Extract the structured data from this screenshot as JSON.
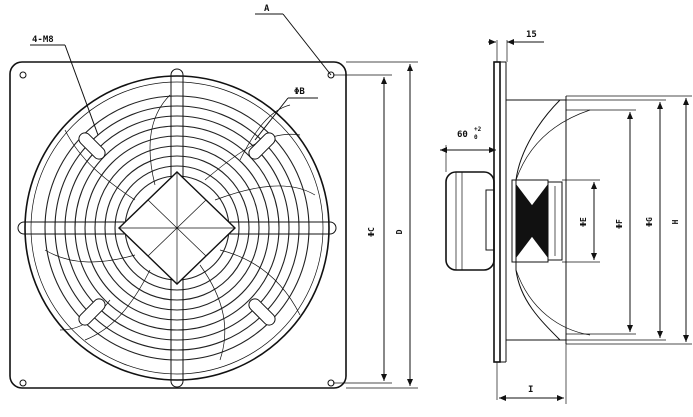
{
  "front_view": {
    "labels": {
      "a": "A",
      "holes": "4-M8",
      "phi_b": "ΦB",
      "phi_c": "ΦC",
      "phi_d": "D"
    }
  },
  "side_view": {
    "labels": {
      "top_offset": "15",
      "angle": "60",
      "angle_tol_upper": "+2",
      "angle_tol_lower": "0",
      "phi_e": "ΦE",
      "phi_f": "ΦF",
      "phi_g": "ΦG",
      "h": "H",
      "i": "I"
    }
  }
}
